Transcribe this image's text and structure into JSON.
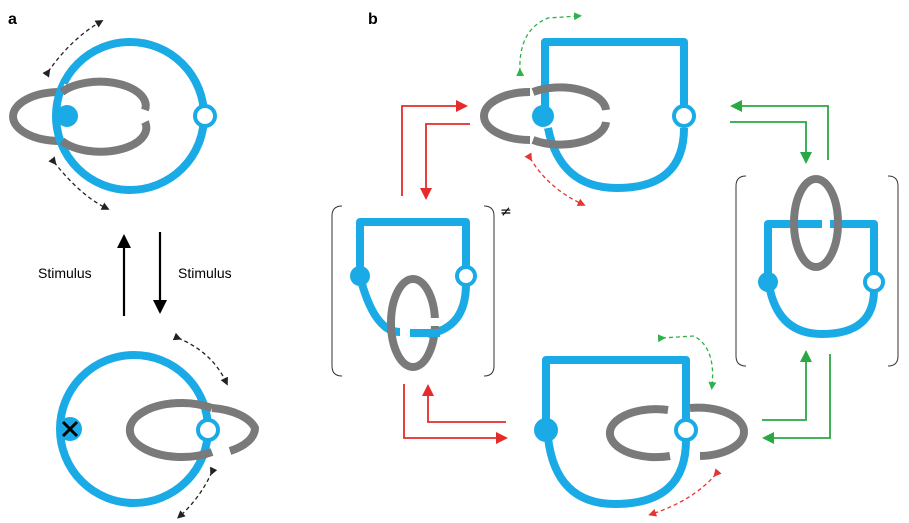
{
  "figure": {
    "panel_a_label": "a",
    "panel_b_label": "b",
    "stimulus_up_label": "Stimulus",
    "stimulus_down_label": "Stimulus",
    "not_equal_symbol": "≠"
  },
  "colors": {
    "macrocycle": "#1aabe6",
    "ring": "#7a7a7a",
    "clockwise_arrows": "#2aa844",
    "counterclockwise_arrows": "#e52b2b",
    "stimulus_arrows": "#000000"
  }
}
